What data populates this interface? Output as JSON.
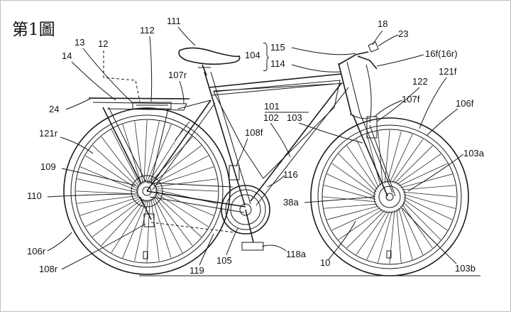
{
  "figure": {
    "title": "第1圖"
  },
  "labels": {
    "l111": "111",
    "l112": "112",
    "l12": "12",
    "l13": "13",
    "l14": "14",
    "l24": "24",
    "l107r": "107r",
    "l104": "104",
    "l115": "115",
    "l114": "114",
    "l18": "18",
    "l23": "23",
    "l16f": "16f(16r)",
    "l121f": "121f",
    "l122": "122",
    "l106f": "106f",
    "l107f": "107f",
    "l101": "101",
    "l102": "102",
    "l103": "103",
    "l121r": "121r",
    "l108f": "108f",
    "l109": "109",
    "l110": "110",
    "l116": "116",
    "l38a": "38a",
    "l103a": "103a",
    "l106r": "106r",
    "l108r": "108r",
    "l119": "119",
    "l105": "105",
    "l118a": "118a",
    "l10": "10",
    "l103b": "103b"
  }
}
